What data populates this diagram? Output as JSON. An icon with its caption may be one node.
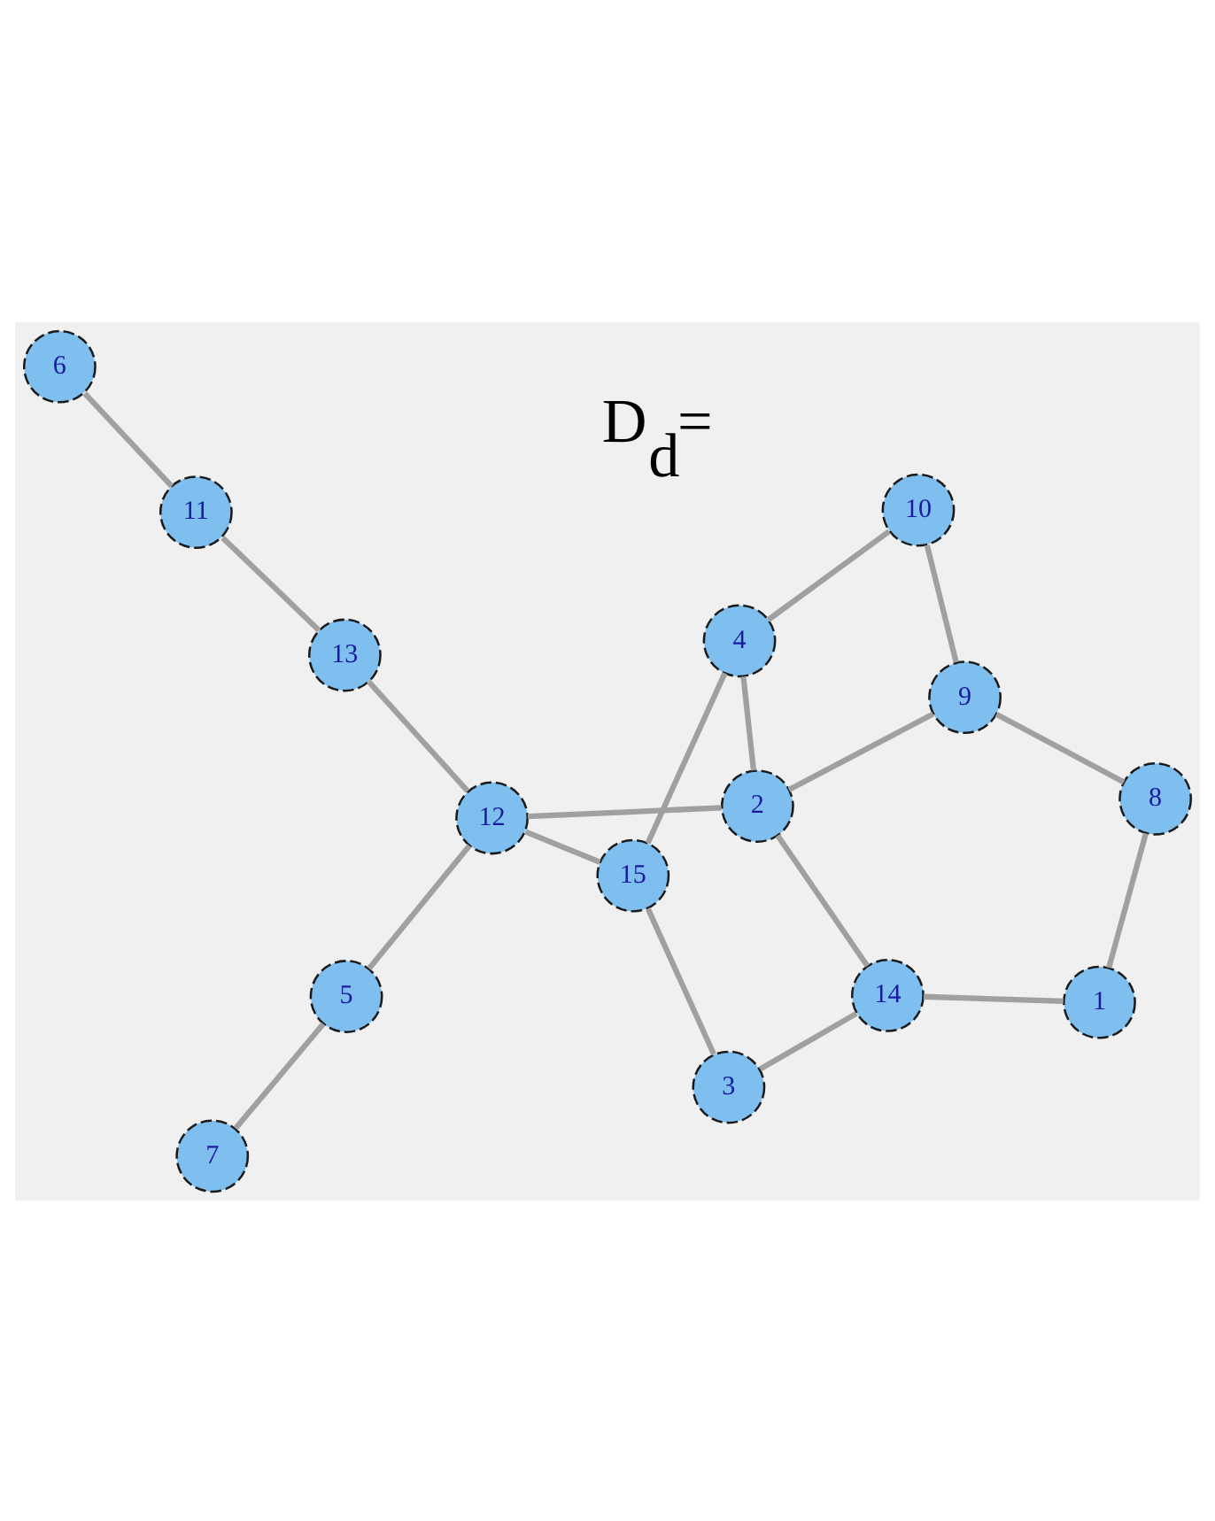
{
  "diagram": {
    "nodes": [
      {
        "text": [
          "7"
        ]
      },
      {
        "text": [
          "6"
        ]
      },
      {
        "text": [
          "5"
        ]
      },
      {
        "text": [
          "11"
        ]
      },
      {
        "text": [
          "13"
        ]
      },
      {
        "text": [
          "12"
        ]
      },
      {
        "text": [
          "15"
        ]
      },
      {
        "text": [
          "3"
        ]
      },
      {
        "text": [
          "4"
        ]
      },
      {
        "text": [
          "14"
        ]
      },
      {
        "text": [
          "2"
        ]
      },
      {
        "text": [
          "10"
        ]
      },
      {
        "text": [
          "9"
        ]
      },
      {
        "text": [
          "1"
        ]
      },
      {
        "text": [
          "8"
        ]
      }
    ],
    "edges": [
      {
        "from": 0,
        "to": 2,
        "arrow": "none"
      },
      {
        "from": 2,
        "to": 5,
        "arrow": "none"
      },
      {
        "from": 5,
        "to": 4,
        "arrow": "none"
      },
      {
        "from": 4,
        "to": 3,
        "arrow": "none"
      },
      {
        "from": 3,
        "to": 1,
        "arrow": "none"
      },
      {
        "from": 5,
        "to": 6,
        "arrow": "none"
      },
      {
        "from": 5,
        "to": 10,
        "arrow": "none"
      },
      {
        "from": 6,
        "to": 8,
        "arrow": "none"
      },
      {
        "from": 6,
        "to": 7,
        "arrow": "none"
      },
      {
        "from": 7,
        "to": 9,
        "arrow": "none"
      },
      {
        "from": 9,
        "to": 10,
        "arrow": "none"
      },
      {
        "from": 9,
        "to": 13,
        "arrow": "none"
      },
      {
        "from": 8,
        "to": 10,
        "arrow": "none"
      },
      {
        "from": 8,
        "to": 11,
        "arrow": "none"
      },
      {
        "from": 10,
        "to": 12,
        "arrow": "none"
      },
      {
        "from": 12,
        "to": 11,
        "arrow": "none"
      },
      {
        "from": 12,
        "to": 14,
        "arrow": "none"
      },
      {
        "from": 14,
        "to": 13,
        "arrow": "none"
      }
    ],
    "labels": [
      "D$_{d}$="
    ]
  }
}
